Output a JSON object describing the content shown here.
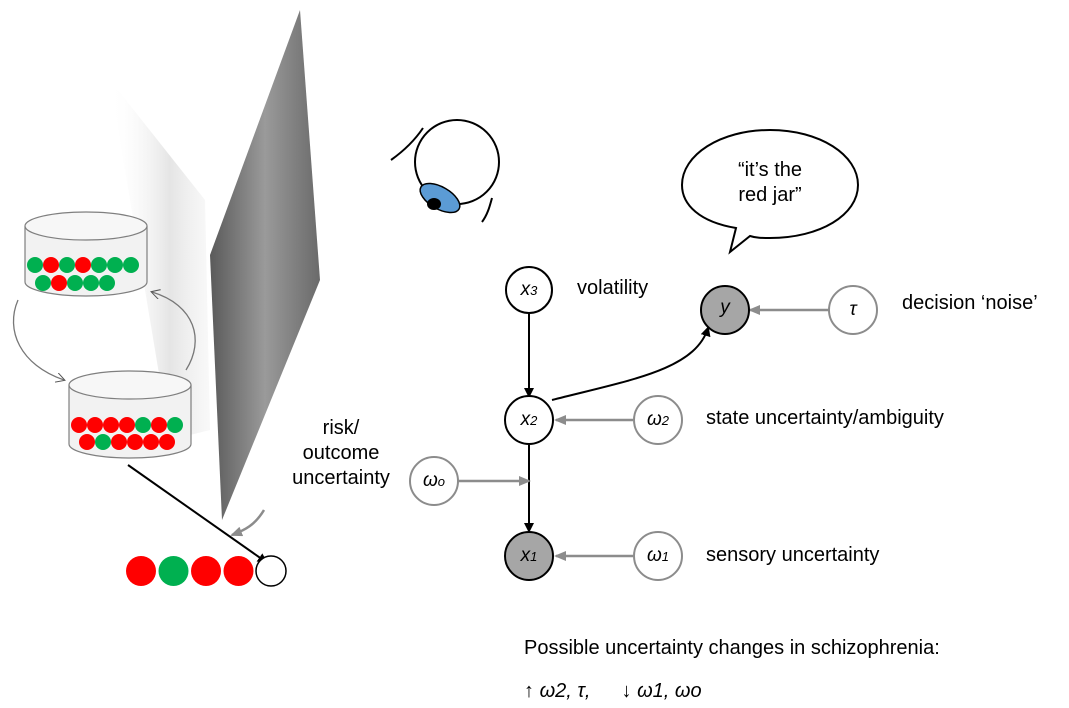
{
  "speech_bubble": {
    "line1": "“it’s the",
    "line2": "red jar”"
  },
  "nodes": {
    "x3": {
      "symbol": "x",
      "sub": "3"
    },
    "x2": {
      "symbol": "x",
      "sub": "2"
    },
    "x1": {
      "symbol": "x",
      "sub": "1"
    },
    "y": {
      "symbol": "y"
    },
    "tau": {
      "symbol": "τ"
    },
    "w2": {
      "symbol": "ω",
      "sub": "2"
    },
    "w1": {
      "symbol": "ω",
      "sub": "1"
    },
    "wo": {
      "symbol": "ω",
      "sub": "o"
    }
  },
  "labels": {
    "volatility": "volatility",
    "decision_noise": "decision ‘noise’",
    "state_uncertainty": "state uncertainty/ambiguity",
    "sensory_uncertainty": "sensory uncertainty",
    "risk_line1": "risk/",
    "risk_line2": "outcome",
    "risk_line3": "uncertainty"
  },
  "footer": {
    "title": "Possible uncertainty changes in schizophrenia:",
    "up_arrow": "↑",
    "up_terms": "ω2, τ,",
    "down_arrow": "↓",
    "down_terms": "ω1, ωo"
  },
  "colors": {
    "red_bead": "#ff0000",
    "green_bead": "#00b050",
    "observed_node": "#a6a6a6",
    "grey_stroke": "#7f7f7f",
    "iris": "#5b9bd5"
  },
  "jars": {
    "top_jar": {
      "row1": [
        "green",
        "red",
        "green",
        "red",
        "green",
        "green",
        "green"
      ],
      "row2": [
        "green",
        "red",
        "green",
        "green",
        "green"
      ]
    },
    "bottom_jar": {
      "row1": [
        "red",
        "red",
        "red",
        "red",
        "green",
        "red",
        "green"
      ],
      "row2": [
        "red",
        "green",
        "red",
        "red",
        "red",
        "red"
      ]
    }
  },
  "bead_sequence": [
    "red",
    "green",
    "red",
    "red",
    "empty"
  ]
}
